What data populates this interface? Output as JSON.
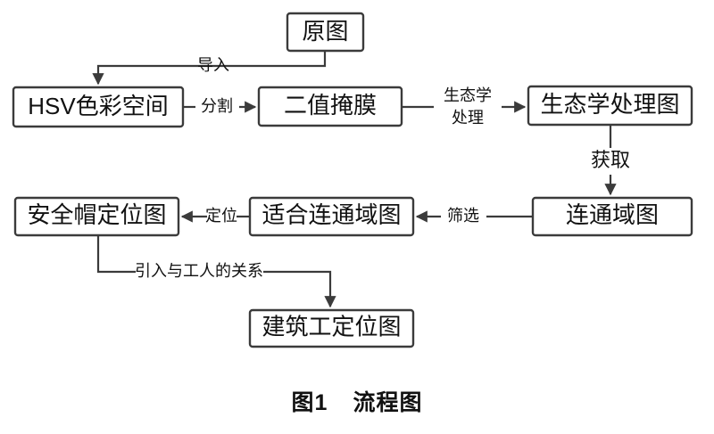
{
  "figure": {
    "caption_number": "图1",
    "caption_title": "流程图"
  },
  "nodes": {
    "original_image": "原图",
    "hsv_color_space": "HSV色彩空间",
    "binary_mask": "二值掩膜",
    "morphology_image": "生态学处理图",
    "connected_region": "连通域图",
    "suitable_connected_region": "适合连通域图",
    "helmet_location": "安全帽定位图",
    "worker_location": "建筑工定位图"
  },
  "edges": {
    "import": "导入",
    "segment": "分割",
    "morphology_line1": "生态学",
    "morphology_line2": "处理",
    "acquire": "获取",
    "filter": "筛选",
    "locate": "定位",
    "relate_worker": "引入与工人的关系"
  },
  "colors": {
    "stroke": "#3b3b3b",
    "text": "#111111",
    "background": "#ffffff"
  }
}
